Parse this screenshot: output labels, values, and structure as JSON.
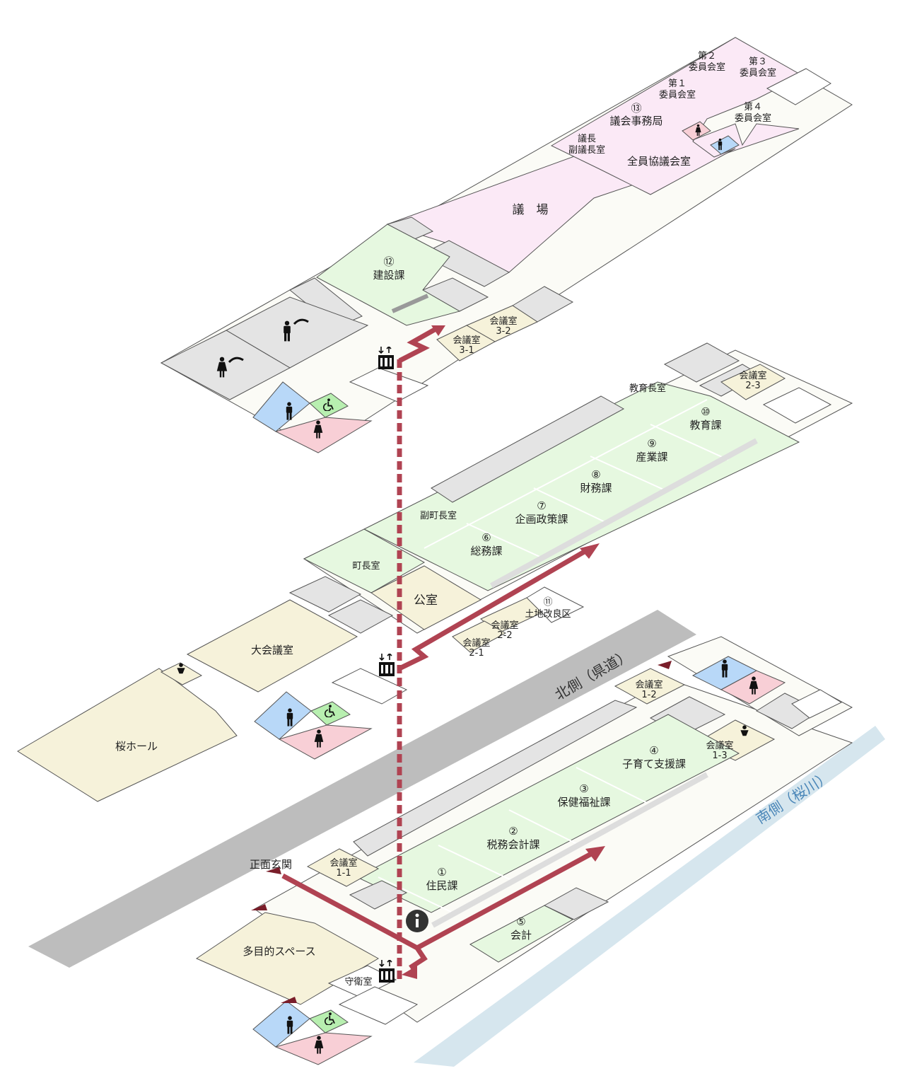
{
  "colors": {
    "office_green": "#e6f8e0",
    "gray_room": "#e4e4e4",
    "assembly_pink": "#fbe9f6",
    "hall_beige": "#f6f2da",
    "corridor": "#fbfbf6",
    "male_blue": "#b8d8f8",
    "female_pink": "#f8cfd6",
    "accessible_green": "#b8efb0",
    "route_red": "#b04352",
    "road_gray": "#bdbdbd",
    "river_blue": "#d6e6ee"
  },
  "floor3": {
    "committee2": [
      "第２",
      "委員会室"
    ],
    "committee3": [
      "第３",
      "委員会室"
    ],
    "committee1": [
      "第１",
      "委員会室"
    ],
    "committee4": [
      "第４",
      "委員会室"
    ],
    "council_office": [
      "⑬",
      "議会事務局"
    ],
    "chair": [
      "議長",
      "副議長室"
    ],
    "plenary": "全員協議会室",
    "chamber": "議　場",
    "construction": [
      "⑫",
      "建設課"
    ],
    "meeting_3_2": [
      "会議室",
      "3-2"
    ],
    "meeting_3_1": [
      "会議室",
      "3-1"
    ]
  },
  "floor2": {
    "edu_head": "教育長室",
    "meeting_2_3": [
      "会議室",
      "2-3"
    ],
    "education": [
      "⑩",
      "教育課"
    ],
    "industry": [
      "⑨",
      "産業課"
    ],
    "finance": [
      "⑧",
      "財務課"
    ],
    "vice_mayor": "副町長室",
    "planning": [
      "⑦",
      "企画政策課"
    ],
    "general_affairs": [
      "⑥",
      "総務課"
    ],
    "mayor": "町長室",
    "public_room": "公室",
    "land": [
      "⑪",
      "土地改良区"
    ],
    "meeting_2_2": [
      "会議室",
      "2-2"
    ],
    "meeting_2_1": [
      "会議室",
      "2-1"
    ],
    "big_meeting": "大会議室",
    "sakura_hall": "桜ホール"
  },
  "floor1": {
    "meeting_1_2": [
      "会議室",
      "1-2"
    ],
    "childcare": [
      "④",
      "子育て支援課"
    ],
    "meeting_1_3": [
      "会議室",
      "1-3"
    ],
    "health": [
      "③",
      "保健福祉課"
    ],
    "tax": [
      "②",
      "税務会計課"
    ],
    "residents": [
      "①",
      "住民課"
    ],
    "meeting_1_1": [
      "会議室",
      "1-1"
    ],
    "entrance": "正面玄関",
    "accounting": [
      "⑤",
      "会計"
    ],
    "multi_space": "多目的スペース",
    "guard": "守衛室"
  },
  "roads": {
    "north": "北側（県道）",
    "south": "南側（桜川）"
  },
  "icons": [
    "male-icon",
    "female-icon",
    "wheelchair-icon",
    "elevator-icon",
    "baby-icon",
    "info-icon",
    "smoking-icon"
  ]
}
